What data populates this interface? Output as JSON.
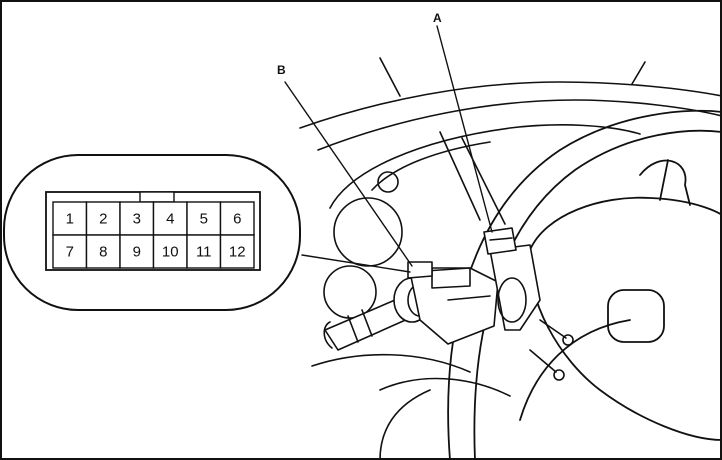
{
  "callouts": {
    "a": "A",
    "b": "B"
  },
  "connector": {
    "pins_top": [
      "1",
      "2",
      "3",
      "4",
      "5",
      "6"
    ],
    "pins_bottom": [
      "7",
      "8",
      "9",
      "10",
      "11",
      "12"
    ]
  }
}
